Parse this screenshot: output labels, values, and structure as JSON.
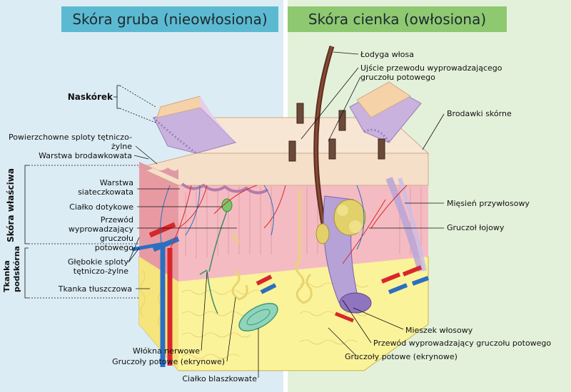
{
  "titles": {
    "left": "Skóra gruba (nieowłosiona)",
    "right": "Skóra cienka (owłosiona)"
  },
  "left_labels": {
    "naskorek": "Naskórek",
    "sploty_powierzchowne": "Powierzchowne sploty tętniczo-żylne",
    "warstwa_brodawkowata": "Warstwa brodawkowata",
    "warstwa_siateczkowata": "Warstwa siateczkowata",
    "cialko_dotykowe": "Ciałko dotykowe",
    "przewod_wyprowadzajacy": "Przewód wyprowadzający gruczołu potowego",
    "sploty_glebokie": "Głębokie sploty tętniczo-żylne",
    "tkanka_tluszczowa": "Tkanka tłuszczowa",
    "wlokna_nerwowe": "Włókna nerwowe",
    "gruczoly_potowe": "Gruczoły potowe (ekrynowe)",
    "cialko_blaszkowate": "Ciałko blaszkowate"
  },
  "side_labels": {
    "skora_wlasciwa": "Skóra właściwa",
    "tkanka_podskorna": "Tkanka podskórna"
  },
  "right_labels": {
    "lodyga_wlosa": "Łodyga włosa",
    "ujscie_przewodu": "Ujście przewodu wyprowadzającego gruczołu potowego",
    "brodawki_skorne": "Brodawki skórne",
    "miesien_przywlosowy": "Mięsień przywłosowy",
    "gruczol_lojowy": "Gruczoł łojowy",
    "mieszek_wlosowy": "Mieszek włosowy",
    "przewod_wyprowadzajacy": "Przewód wyprowadzający gruczołu potowego",
    "gruczoly_potowe": "Gruczoły potowe (ekrynowe)"
  },
  "colors": {
    "left_title_bg": "#5bbad1",
    "right_title_bg": "#8ec971",
    "artery": "#d8262a",
    "vein": "#2b6fc1",
    "fat": "#fbf39a",
    "dermis": "#f2b4ba",
    "epidermis": "#f6dfc8"
  }
}
